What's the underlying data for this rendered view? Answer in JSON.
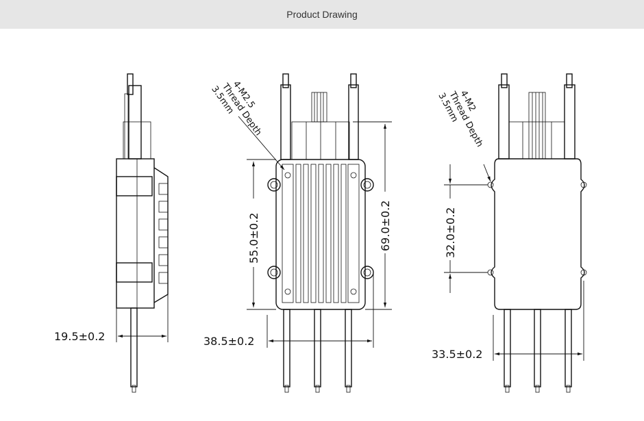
{
  "header": {
    "title": "Product Drawing"
  },
  "drawing": {
    "side_view": {
      "width_dim": "19.5±0.2"
    },
    "heatsink_view": {
      "note_line1": "4-M2.5",
      "note_line2": "Thread Depth",
      "note_line3": "3.5mm",
      "hole_spacing_dim": "55.0±0.2",
      "length_dim": "69.0±0.2",
      "width_dim": "38.5±0.2"
    },
    "bottom_view": {
      "note_line1": "4-M2",
      "note_line2": "Thread Depth",
      "note_line3": "3.5mm",
      "hole_spacing_dim": "32.0±0.2",
      "width_dim": "33.5±0.2"
    }
  }
}
